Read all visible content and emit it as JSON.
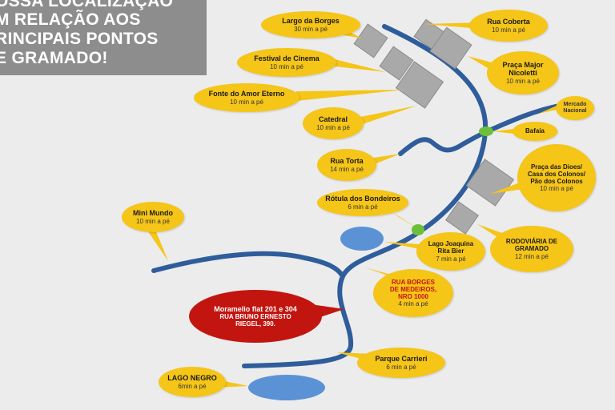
{
  "header": {
    "line1": "OSSA LOCALIZAÇÃO",
    "line2": "M RELAÇÃO AOS",
    "line3": "RINCIPAIS PONTOS",
    "line4": "E GRAMADO!"
  },
  "colors": {
    "background": "#ececec",
    "header_bg": "#8d8d8d",
    "bubble_yellow": "#f5c518",
    "bubble_red": "#c2150f",
    "road": "#2f5d9b",
    "lake": "#5b92d6",
    "building": "#a9a9a9",
    "marker": "#6cbf3a"
  },
  "places": {
    "largo_borges": {
      "name": "Largo da Borges",
      "time": "30 min a pé"
    },
    "rua_coberta": {
      "name": "Rua Coberta",
      "time": "10 min a pé"
    },
    "festival_cinema": {
      "name": "Festival de Cinema",
      "time": "10 min a pé"
    },
    "praca_major": {
      "name": "Praça Major",
      "name2": "Nicoletti",
      "time": "10 min a pé"
    },
    "fonte_amor": {
      "name": "Fonte do Amor Eterno",
      "time": "10 min a pé"
    },
    "catedral": {
      "name": "Catedral",
      "time": "10 min a pé"
    },
    "mercado": {
      "name": "Mercado",
      "name2": "Nacional"
    },
    "bafaia": {
      "name": "Bafaia"
    },
    "rua_torta": {
      "name": "Rua Torta",
      "time": "14 min a pé"
    },
    "praca_dioes": {
      "name": "Praça das Dioes/",
      "name2": "Casa dos Colonos/",
      "name3": "Pão dos Colonos",
      "time": "10 min a pé"
    },
    "rotula_bondeiros": {
      "name": "Rótula dos Bondeiros",
      "time": "6 min a pé"
    },
    "mini_mundo": {
      "name": "Mini Mundo",
      "time": "10 min a pé"
    },
    "lago_joaquina": {
      "name": "Lago Joaquina",
      "name2": "Rita Bier",
      "time": "7 min a pé"
    },
    "rodoviaria": {
      "name": "RODOVIÁRIA DE",
      "name2": "GRAMADO",
      "time": "12 min a pé"
    },
    "rua_borges": {
      "name": "RUA BORGES",
      "name2": "DE MEDEIROS,",
      "name3": "NRO 1000",
      "time": "4 min a pé"
    },
    "apartment": {
      "name": "Moramelio flat 201 e 304",
      "line2": "RUA BRUNO ERNESTO",
      "line3": "RIEGEL, 390."
    },
    "parque_carrieri": {
      "name": "Parque Carrieri",
      "time": "6 min a pé"
    },
    "lago_negro": {
      "name": "LAGO NEGRO",
      "time": "6min a pé"
    }
  }
}
